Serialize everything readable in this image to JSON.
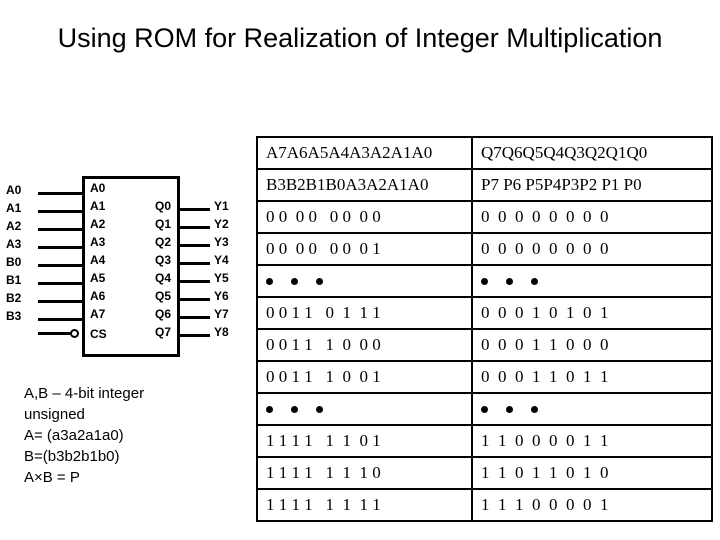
{
  "title": "Using ROM for Realization of Integer Multiplication",
  "diagram": {
    "name": "rom-chip",
    "external_inputs": [
      "A0",
      "A1",
      "A2",
      "A3",
      "B0",
      "B1",
      "B2",
      "B3"
    ],
    "chip_address_pins": [
      "A0",
      "A1",
      "A2",
      "A3",
      "A4",
      "A5",
      "A6",
      "A7"
    ],
    "chip_output_pins": [
      "Q0",
      "Q1",
      "Q2",
      "Q3",
      "Q4",
      "Q5",
      "Q6",
      "Q7"
    ],
    "external_outputs": [
      "Y1",
      "Y2",
      "Y3",
      "Y4",
      "Y5",
      "Y6",
      "Y7",
      "Y8"
    ],
    "chip_select_label": "CS"
  },
  "caption": {
    "lines": [
      "A,B – 4-bit integer",
      "unsigned",
      "A= (a3a2a1a0)",
      "B=(b3b2b1b0)",
      "A×B = P"
    ]
  },
  "table": {
    "headers": [
      [
        "A7A6A5A4A3A2A1A0",
        "Q7Q6Q5Q4Q3Q2Q1Q0"
      ],
      [
        "B3B2B1B0A3A2A1A0",
        "P7 P6 P5P4P3P2 P1 P0"
      ]
    ],
    "rows": [
      {
        "type": "data",
        "address": "0 0  0 0   0 0  0 0",
        "data": "0  0  0  0  0  0  0  0"
      },
      {
        "type": "data",
        "address": "0 0  0 0   0 0  0 1",
        "data": "0  0  0  0  0  0  0  0"
      },
      {
        "type": "ellipsis",
        "dots": 3
      },
      {
        "type": "data",
        "address": "0 0 1 1   0  1  1 1",
        "data": "0  0  0  1  0  1  0  1"
      },
      {
        "type": "data",
        "address": "0 0 1 1   1  0  0 0",
        "data": "0  0  0  1  1  0  0  0"
      },
      {
        "type": "data",
        "address": "0 0 1 1   1  0  0 1",
        "data": "0  0  0  1  1  0  1  1"
      },
      {
        "type": "ellipsis",
        "dots": 3
      },
      {
        "type": "data",
        "address": "1 1 1 1   1  1  0 1",
        "data": "1  1  0  0  0  0  1  1"
      },
      {
        "type": "data",
        "address": "1 1 1 1   1  1  1 0",
        "data": "1  1  0  1  1  0  1  0"
      },
      {
        "type": "data",
        "address": "1 1 1 1   1  1  1 1",
        "data": "1  1  1  0  0  0  0  1"
      }
    ]
  },
  "colors": {
    "background": "#ffffff",
    "ink": "#000000"
  }
}
